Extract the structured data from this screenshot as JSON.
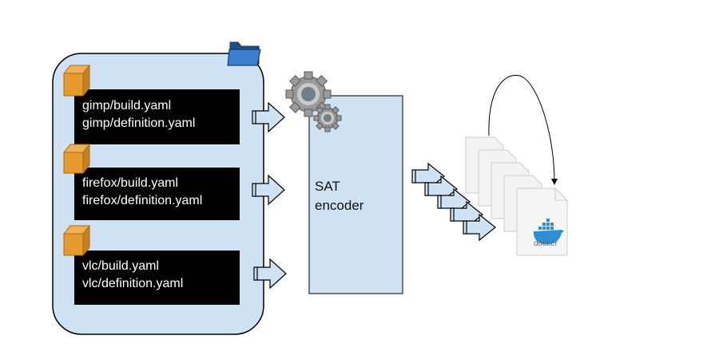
{
  "packages": [
    {
      "build": "gimp/build.yaml",
      "definition": "gimp/definition.yaml"
    },
    {
      "build": "firefox/build.yaml",
      "definition": "firefox/definition.yaml"
    },
    {
      "build": "vlc/build.yaml",
      "definition": "vlc/definition.yaml"
    }
  ],
  "encoder": {
    "line1": "SAT",
    "line2": "encoder"
  },
  "output": {
    "logo_text": "docker"
  },
  "icons": {
    "folder": "folder-icon",
    "package": "package-box-icon",
    "gears": "gears-icon",
    "docker": "docker-whale-icon"
  },
  "colors": {
    "panel_fill": "#cfe2f3",
    "label_bg": "#000000",
    "folder_blue": "#2f6fb5",
    "box_orange": "#e69a2e",
    "gear_gray": "#8c8c8c",
    "docker_blue": "#2f8fd6"
  }
}
